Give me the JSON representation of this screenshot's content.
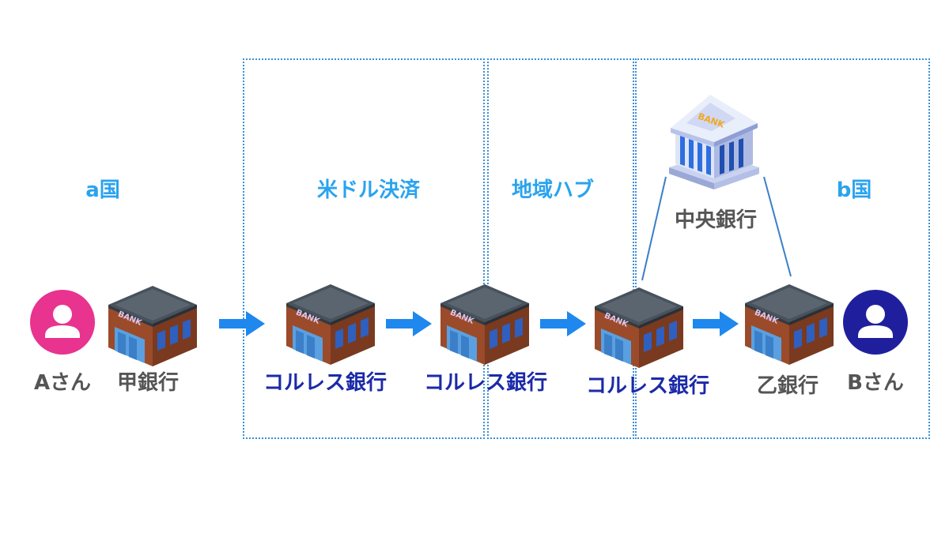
{
  "regions": {
    "country_a": "a国",
    "usd_settlement": "米ドル決済",
    "regional_hub": "地域ハブ",
    "country_b": "b国"
  },
  "persons": {
    "sender": {
      "label": "Aさん",
      "color": "#e8338f",
      "icon": "person-icon"
    },
    "receiver": {
      "label": "Bさん",
      "color": "#1f1f9e",
      "icon": "person-icon"
    }
  },
  "banks": {
    "origin": "甲銀行",
    "correspondent_1": "コルレス銀行",
    "correspondent_2": "コルレス銀行",
    "correspondent_3": "コルレス銀行",
    "destination": "乙銀行",
    "central": "中央銀行"
  },
  "bank_sign": "BANK",
  "colors": {
    "region_label": "#2aa3ee",
    "region_border": "#3a8fd6",
    "arrow": "#1e88ee",
    "correspondent_label": "#1b2aa8",
    "caption": "#555555"
  }
}
